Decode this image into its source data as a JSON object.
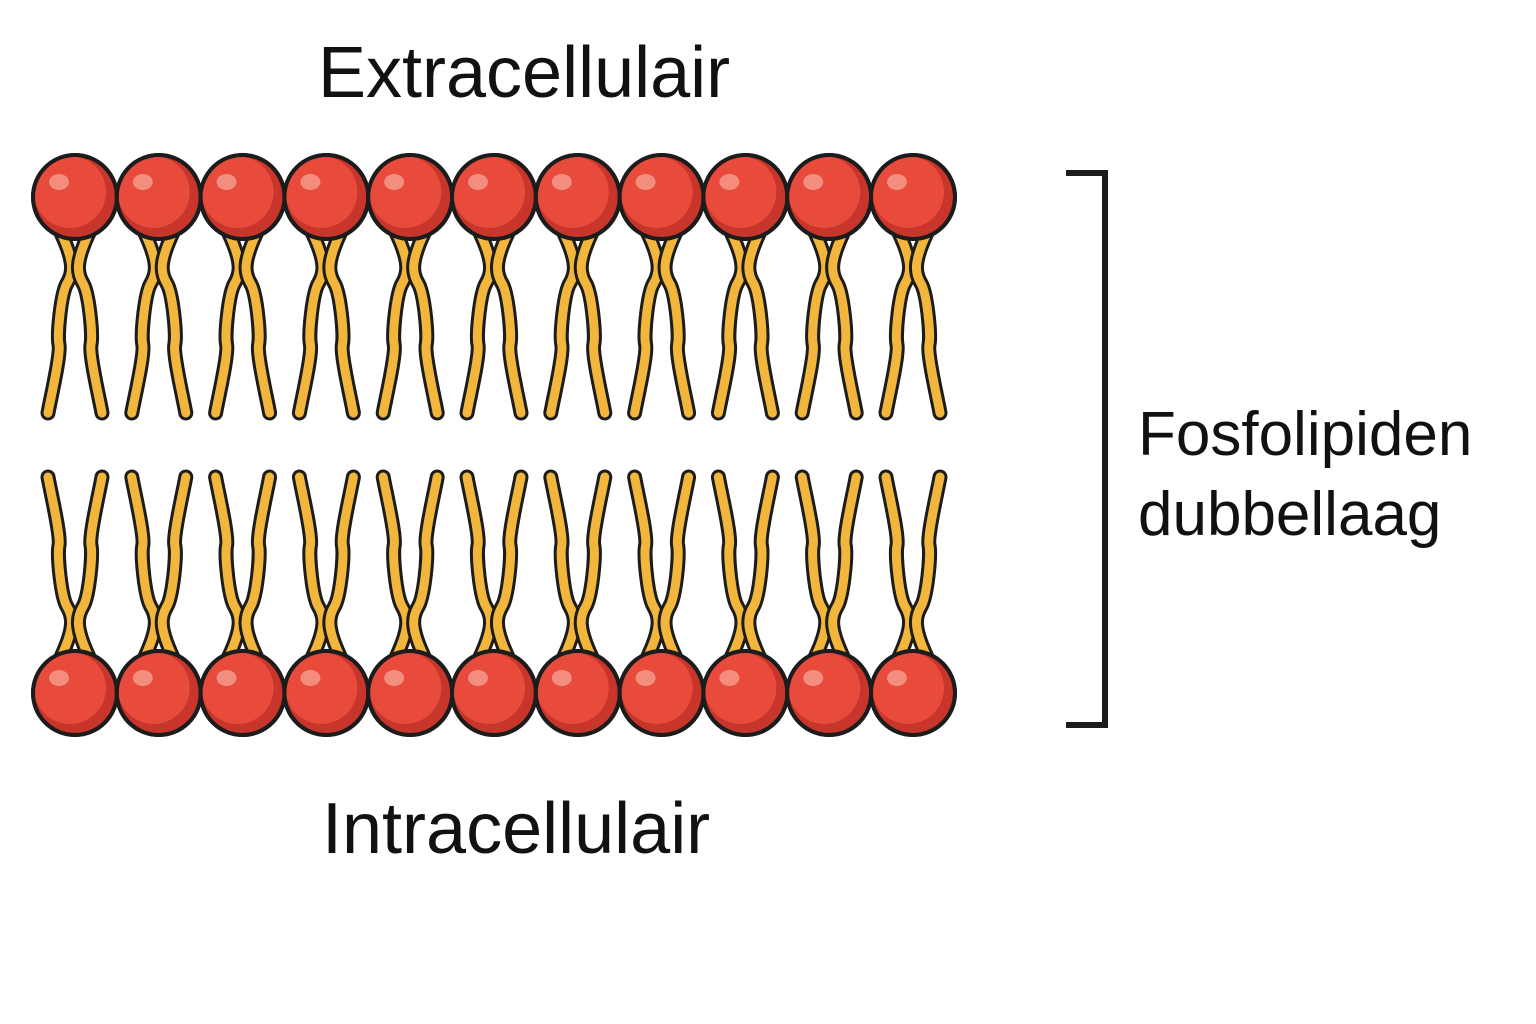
{
  "labels": {
    "extracellular": "Extracellulair",
    "intracellular": "Intracellulair",
    "bilayer_line1": "Fosfolipiden",
    "bilayer_line2": "dubbellaag"
  },
  "phospholipids_per_layer": 11,
  "colors": {
    "head": "#e84b3c",
    "head_shadow": "#c8352a",
    "head_highlight": "#f59a8a",
    "tail": "#f2b63c",
    "outline": "#1c1c1c",
    "text": "#111111"
  },
  "icons": {
    "head": "phosphate-head-icon",
    "tail": "fatty-acid-tail-icon",
    "bracket": "bracket-icon"
  }
}
